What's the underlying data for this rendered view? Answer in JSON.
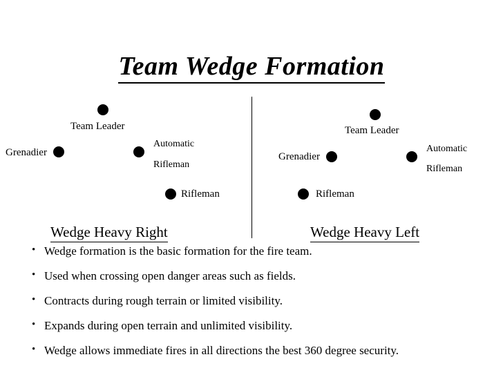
{
  "slide": {
    "title": "Team Wedge Formation",
    "divider": "vertical-divider"
  },
  "left_diagram": {
    "caption": "Wedge Heavy Right",
    "markers": [
      {
        "label": "Team Leader",
        "role": "team-leader"
      },
      {
        "label": "Grenadier",
        "role": "grenadier"
      },
      {
        "label": "Automatic",
        "label2": "Rifleman",
        "role": "automatic-rifleman"
      },
      {
        "label": "Rifleman",
        "role": "rifleman"
      }
    ]
  },
  "right_diagram": {
    "caption": "Wedge Heavy Left",
    "markers": [
      {
        "label": "Team Leader",
        "role": "team-leader"
      },
      {
        "label": "Grenadier",
        "role": "grenadier"
      },
      {
        "label": "Automatic",
        "label2": "Rifleman",
        "role": "automatic-rifleman"
      },
      {
        "label": "Rifleman",
        "role": "rifleman"
      }
    ]
  },
  "bullets": [
    "Wedge formation is the basic formation for the fire team.",
    "Used when crossing open danger areas such as fields.",
    "Contracts during rough terrain or limited visibility.",
    "Expands during open terrain and unlimited visibility.",
    "Wedge allows immediate fires in all directions the best 360 degree security."
  ]
}
